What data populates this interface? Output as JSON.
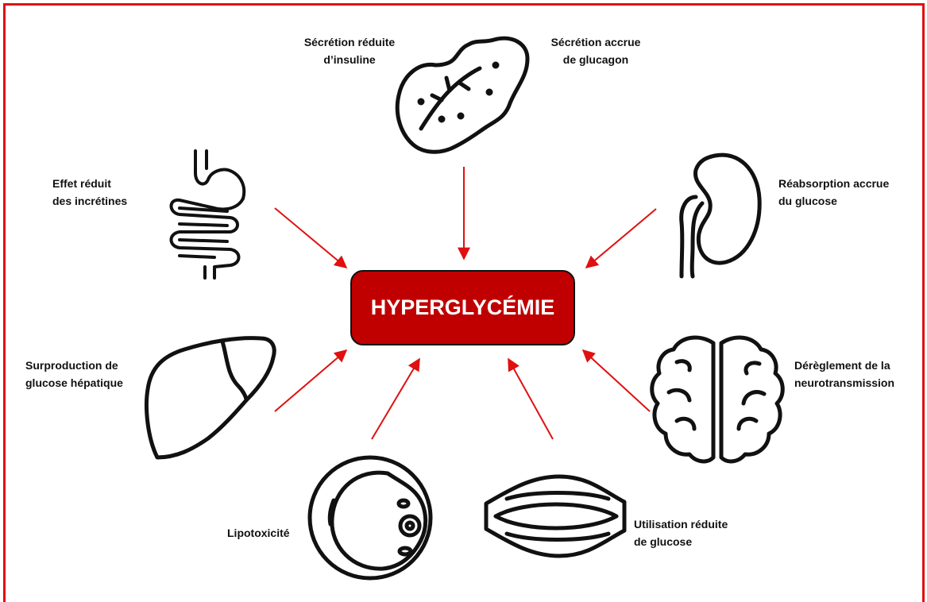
{
  "center": {
    "label": "HYPERGLYCÉMIE"
  },
  "factors": {
    "insulin": "Sécrétion réduite\nd’insuline",
    "glucagon": "Sécrétion accrue\nde glucagon",
    "incretins": "Effet réduit\ndes incrétines",
    "kidney": "Réabsorption accrue\ndu glucose",
    "liver": "Surproduction de\nglucose hépatique",
    "brain": "Dérèglement de la\nneurotransmission",
    "lipotoxicity": "Lipotoxicité",
    "muscle": "Utilisation réduite\nde glucose"
  },
  "colors": {
    "frame": "#e01010",
    "arrow": "#e01010",
    "center_fill": "#c00000",
    "icon_stroke": "#111111"
  },
  "icons": [
    "pancreas-icon",
    "stomach-intestine-icon",
    "kidney-icon",
    "liver-icon",
    "brain-icon",
    "fat-cell-icon",
    "muscle-icon"
  ]
}
